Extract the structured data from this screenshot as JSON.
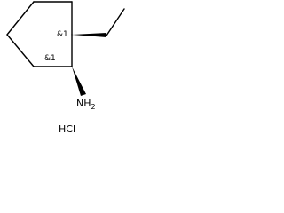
{
  "molecule": {
    "stereo_labels": {
      "c1": "&1",
      "c2": "&1"
    },
    "amine": {
      "symbol": "N",
      "subscript_h": "H",
      "subscript_count": "2"
    },
    "salt": "HCl"
  }
}
